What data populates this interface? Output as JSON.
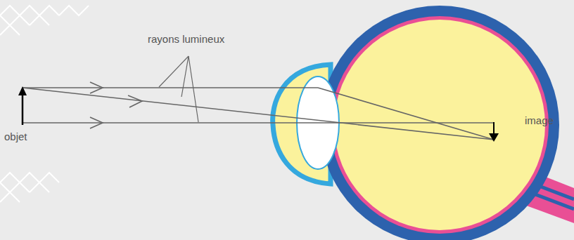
{
  "diagram": {
    "labels": [
      "rayons lumineux",
      "objet",
      "image"
    ]
  }
}
